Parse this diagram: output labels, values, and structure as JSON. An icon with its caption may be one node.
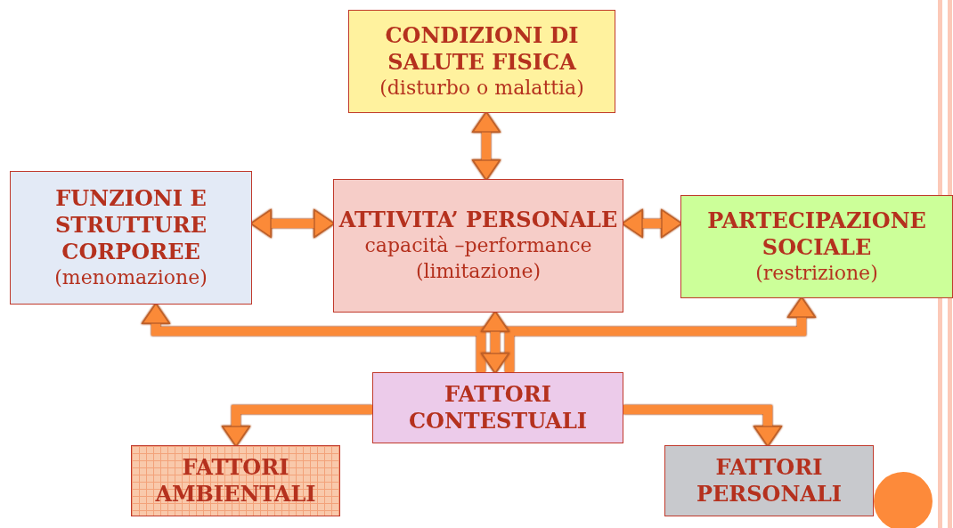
{
  "diagram": {
    "nodes": [
      {
        "text": [
          "CONDIZIONI DI SALUTE FISICA",
          "(disturbo o malattia)"
        ]
      },
      {
        "text": [
          "FUNZIONI E STRUTTURE CORPOREE",
          "(menomazione)"
        ]
      },
      {
        "text": [
          "ATTIVITA’ PERSONALE",
          "capacità –performance",
          "(limitazione)"
        ]
      },
      {
        "text": [
          "PARTECIPAZIONE SOCIALE",
          "(restrizione)"
        ]
      },
      {
        "text": [
          "FATTORI CONTESTUALI"
        ]
      },
      {
        "text": [
          "FATTORI AMBIENTALI"
        ]
      },
      {
        "text": [
          "FATTORI PERSONALI"
        ]
      }
    ],
    "edges": [
      {
        "from": 0,
        "to": 2,
        "arrow": "both"
      },
      {
        "from": 1,
        "to": 2,
        "arrow": "both"
      },
      {
        "from": 2,
        "to": 3,
        "arrow": "both"
      },
      {
        "from": 4,
        "to": 1,
        "arrow": "to"
      },
      {
        "from": 4,
        "to": 3,
        "arrow": "to"
      },
      {
        "from": 2,
        "to": 4,
        "arrow": "both"
      },
      {
        "from": 4,
        "to": 5,
        "arrow": "to"
      },
      {
        "from": 4,
        "to": 6,
        "arrow": "to"
      }
    ]
  }
}
